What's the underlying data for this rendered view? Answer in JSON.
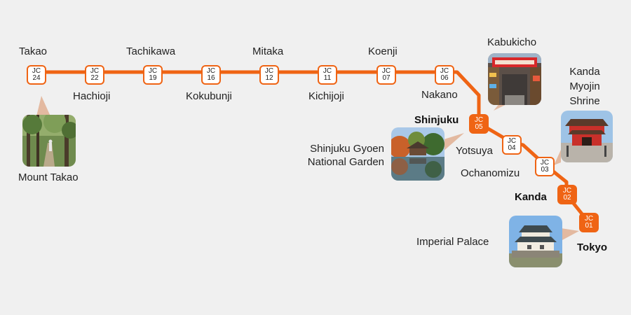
{
  "line": {
    "color": "#ef6414"
  },
  "stations": [
    {
      "code_prefix": "JC",
      "code_number": "24",
      "name": "Takao",
      "major": false
    },
    {
      "code_prefix": "JC",
      "code_number": "22",
      "name": "Hachioji",
      "major": false
    },
    {
      "code_prefix": "JC",
      "code_number": "19",
      "name": "Tachikawa",
      "major": false
    },
    {
      "code_prefix": "JC",
      "code_number": "16",
      "name": "Kokubunji",
      "major": false
    },
    {
      "code_prefix": "JC",
      "code_number": "12",
      "name": "Mitaka",
      "major": false
    },
    {
      "code_prefix": "JC",
      "code_number": "11",
      "name": "Kichijoji",
      "major": false
    },
    {
      "code_prefix": "JC",
      "code_number": "07",
      "name": "Koenji",
      "major": false
    },
    {
      "code_prefix": "JC",
      "code_number": "06",
      "name": "Nakano",
      "major": false
    },
    {
      "code_prefix": "JC",
      "code_number": "05",
      "name": "Shinjuku",
      "major": true
    },
    {
      "code_prefix": "JC",
      "code_number": "04",
      "name": "Yotsuya",
      "major": false
    },
    {
      "code_prefix": "JC",
      "code_number": "03",
      "name": "Ochanomizu",
      "major": false
    },
    {
      "code_prefix": "JC",
      "code_number": "02",
      "name": "Kanda",
      "major": true
    },
    {
      "code_prefix": "JC",
      "code_number": "01",
      "name": "Tokyo",
      "major": true
    }
  ],
  "attractions": [
    {
      "name_lines": [
        "Mount Takao"
      ],
      "near_station": "Takao"
    },
    {
      "name_lines": [
        "Kabukicho"
      ],
      "near_station": "Shinjuku"
    },
    {
      "name_lines": [
        "Shinjuku Gyoen",
        "National Garden"
      ],
      "near_station": "Shinjuku"
    },
    {
      "name_lines": [
        "Kanda",
        "Myojin",
        "Shrine"
      ],
      "near_station": "Ochanomizu"
    },
    {
      "name_lines": [
        "Imperial Palace"
      ],
      "near_station": "Tokyo"
    }
  ]
}
